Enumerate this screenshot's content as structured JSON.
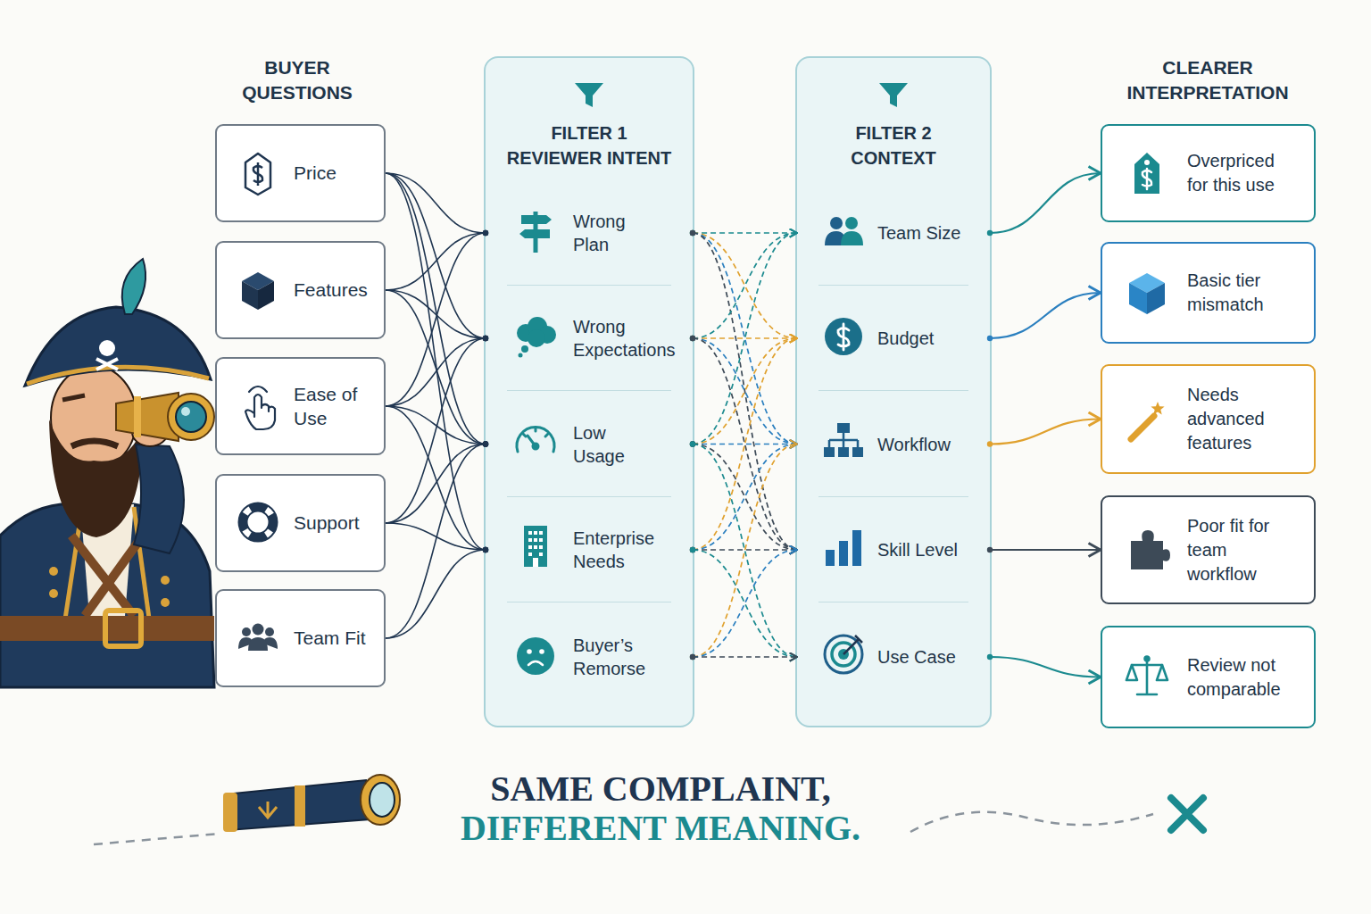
{
  "diagram": {
    "nodes": [
      {
        "text": [
          "Price"
        ]
      },
      {
        "text": [
          "Features"
        ]
      },
      {
        "text": [
          "Ease of Use"
        ]
      },
      {
        "text": [
          "Support"
        ]
      },
      {
        "text": [
          "Team Fit"
        ]
      },
      {
        "text": [
          "FILTER 1 REVIEWER INTENT"
        ]
      },
      {
        "text": [
          "Wrong Plan"
        ],
        "in": 5
      },
      {
        "text": [
          "Wrong Expectations"
        ],
        "in": 5
      },
      {
        "text": [
          "Low Usage"
        ],
        "in": 5
      },
      {
        "text": [
          "Enterprise Needs"
        ],
        "in": 5
      },
      {
        "text": [
          "Buyer’s Remorse"
        ],
        "in": 5
      },
      {
        "text": [
          "FILTER 2 CONTEXT"
        ]
      },
      {
        "text": [
          "Team Size"
        ],
        "in": 11
      },
      {
        "text": [
          "Budget"
        ],
        "in": 11
      },
      {
        "text": [
          "Workflow"
        ],
        "in": 11
      },
      {
        "text": [
          "Skill Level"
        ],
        "in": 11
      },
      {
        "text": [
          "Use Case"
        ],
        "in": 11
      },
      {
        "text": [
          "Overpriced for this use"
        ]
      },
      {
        "text": [
          "Basic tier mismatch"
        ]
      },
      {
        "text": [
          "Needs advanced features"
        ]
      },
      {
        "text": [
          "Poor fit for team workflow"
        ]
      },
      {
        "text": [
          "Review not comparable"
        ]
      }
    ],
    "edges": [
      {
        "from": 0,
        "to": 6,
        "arrow": "none"
      },
      {
        "from": 0,
        "to": 7,
        "arrow": "none"
      },
      {
        "from": 0,
        "to": 8,
        "arrow": "none"
      },
      {
        "from": 0,
        "to": 9,
        "arrow": "none"
      },
      {
        "from": 1,
        "to": 6,
        "arrow": "none"
      },
      {
        "from": 1,
        "to": 7,
        "arrow": "none"
      },
      {
        "from": 1,
        "to": 8,
        "arrow": "none"
      },
      {
        "from": 2,
        "to": 6,
        "arrow": "none"
      },
      {
        "from": 2,
        "to": 7,
        "arrow": "none"
      },
      {
        "from": 2,
        "to": 8,
        "arrow": "none"
      },
      {
        "from": 2,
        "to": 9,
        "arrow": "none"
      },
      {
        "from": 3,
        "to": 7,
        "arrow": "none"
      },
      {
        "from": 3,
        "to": 8,
        "arrow": "none"
      },
      {
        "from": 3,
        "to": 9,
        "arrow": "none"
      },
      {
        "from": 4,
        "to": 8,
        "arrow": "none"
      },
      {
        "from": 4,
        "to": 9,
        "arrow": "none"
      },
      {
        "from": 6,
        "to": 12,
        "arrow": "to"
      },
      {
        "from": 6,
        "to": 13,
        "arrow": "to"
      },
      {
        "from": 6,
        "to": 14,
        "arrow": "to"
      },
      {
        "from": 6,
        "to": 15,
        "arrow": "to"
      },
      {
        "from": 7,
        "to": 12,
        "arrow": "to"
      },
      {
        "from": 7,
        "to": 13,
        "arrow": "to"
      },
      {
        "from": 7,
        "to": 14,
        "arrow": "to"
      },
      {
        "from": 7,
        "to": 15,
        "arrow": "to"
      },
      {
        "from": 8,
        "to": 12,
        "arrow": "to"
      },
      {
        "from": 8,
        "to": 13,
        "arrow": "to"
      },
      {
        "from": 8,
        "to": 14,
        "arrow": "to"
      },
      {
        "from": 8,
        "to": 15,
        "arrow": "to"
      },
      {
        "from": 8,
        "to": 16,
        "arrow": "to"
      },
      {
        "from": 9,
        "to": 13,
        "arrow": "to"
      },
      {
        "from": 9,
        "to": 14,
        "arrow": "to"
      },
      {
        "from": 9,
        "to": 15,
        "arrow": "to"
      },
      {
        "from": 9,
        "to": 16,
        "arrow": "to"
      },
      {
        "from": 10,
        "to": 14,
        "arrow": "to"
      },
      {
        "from": 10,
        "to": 15,
        "arrow": "to"
      },
      {
        "from": 10,
        "to": 16,
        "arrow": "to"
      },
      {
        "from": 12,
        "to": 17,
        "arrow": "to"
      },
      {
        "from": 13,
        "to": 18,
        "arrow": "to"
      },
      {
        "from": 14,
        "to": 19,
        "arrow": "to"
      },
      {
        "from": 15,
        "to": 20,
        "arrow": "to"
      },
      {
        "from": 16,
        "to": 21,
        "arrow": "to"
      }
    ],
    "labels": [
      "BUYER QUESTIONS",
      "CLEARER INTERPRETATION",
      "SAME COMPLAINT,",
      "DIFFERENT MEANING."
    ]
  }
}
